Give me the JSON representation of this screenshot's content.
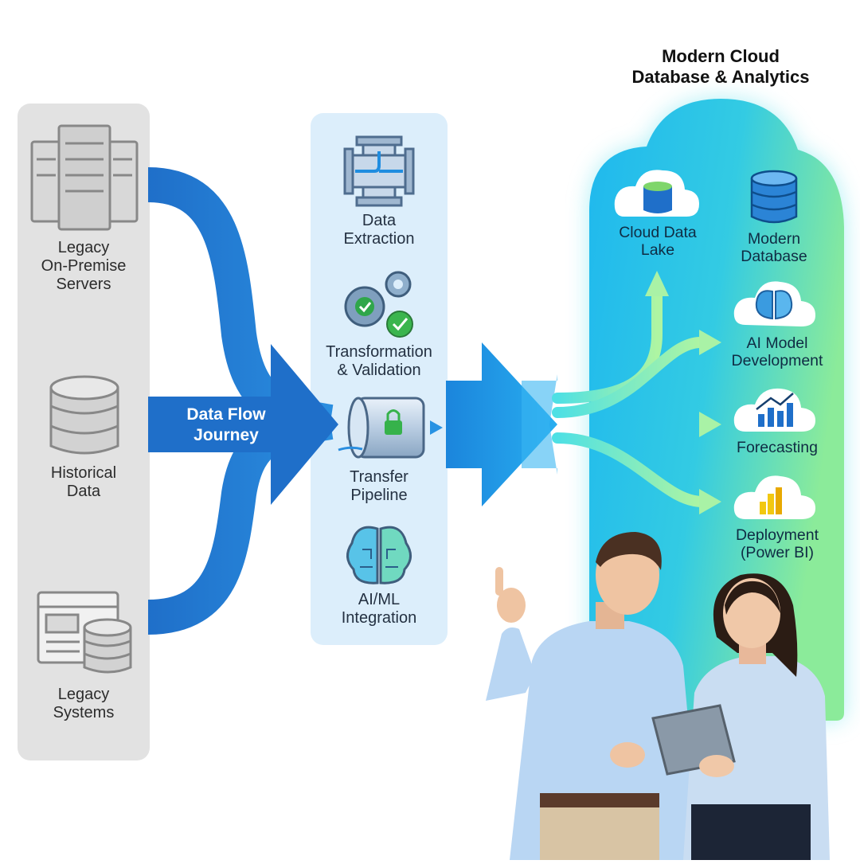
{
  "title": "Modern Cloud\nDatabase & Analytics",
  "flow_label": "Data Flow\nJourney",
  "sources": [
    {
      "label": "Legacy\nOn-Premise\nServers",
      "icon": "server-rack-icon"
    },
    {
      "label": "Historical\nData",
      "icon": "database-icon"
    },
    {
      "label": "Legacy\nSystems",
      "icon": "window-database-icon"
    }
  ],
  "process": [
    {
      "label": "Data\nExtraction",
      "icon": "pipe-junction-icon"
    },
    {
      "label": "Transformation\n& Validation",
      "icon": "gears-check-icon"
    },
    {
      "label": "Transfer\nPipeline",
      "icon": "locked-pipe-icon"
    },
    {
      "label": "AI/ML\nIntegration",
      "icon": "brain-circuit-icon"
    }
  ],
  "cloud_items": [
    {
      "label": "Cloud Data\nLake",
      "icon": "data-lake-icon"
    },
    {
      "label": "Modern\nDatabase",
      "icon": "database-stack-icon"
    },
    {
      "label": "AI Model\nDevelopment",
      "icon": "brain-cloud-icon"
    },
    {
      "label": "Forecasting",
      "icon": "bar-chart-cloud-icon"
    },
    {
      "label": "Deployment\n(Power BI)",
      "icon": "power-bi-cloud-icon"
    }
  ],
  "colors": {
    "flow_blue": "#1f6fc9",
    "cloud_cyan": "#28c6ec",
    "cloud_green": "#7ee98f",
    "panel_gray": "#e2e2e2",
    "panel_light_blue": "#dceefb"
  }
}
